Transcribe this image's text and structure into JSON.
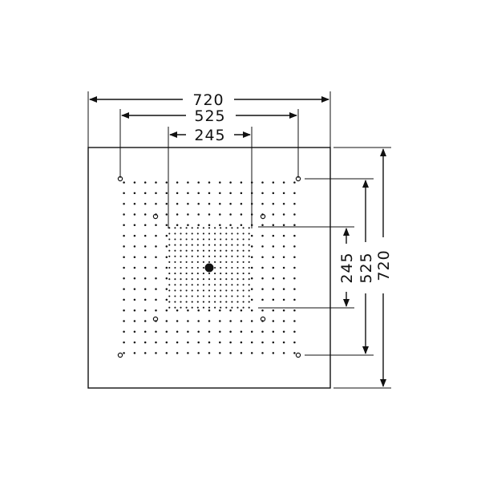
{
  "drawing": {
    "dimensions_top": {
      "outer": "720",
      "middle": "525",
      "inner": "245"
    },
    "dimensions_right": {
      "outer": "720",
      "middle": "525",
      "inner": "245"
    },
    "colors": {
      "stroke": "#111111",
      "background": "#ffffff"
    }
  }
}
